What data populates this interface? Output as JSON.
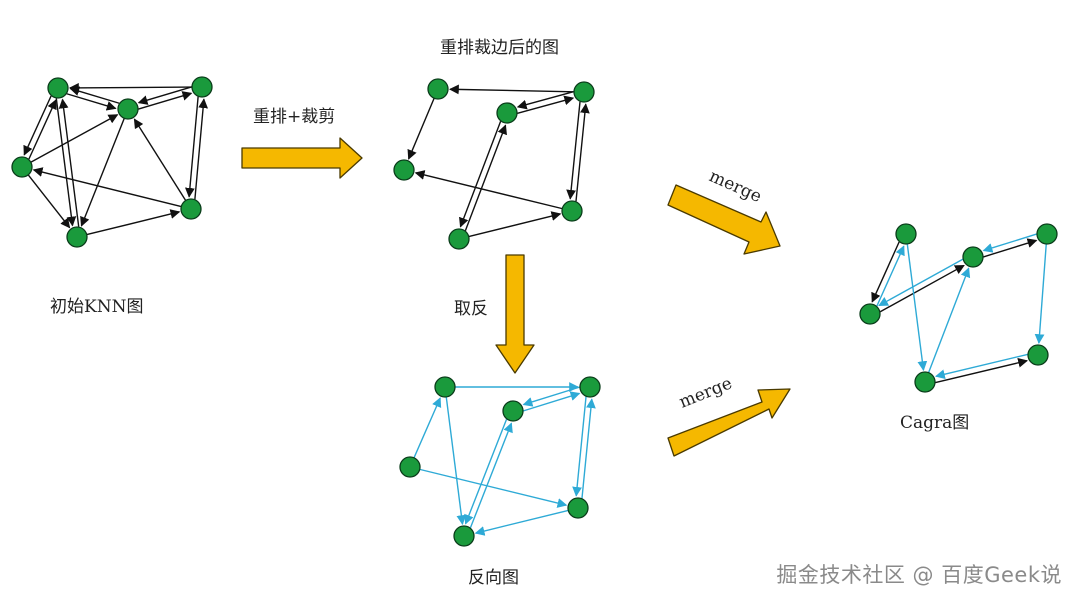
{
  "colors": {
    "node_fill": "#1a9a3c",
    "node_stroke": "#0b3d1b",
    "forward_edge": "#111111",
    "reverse_edge": "#2eaad6",
    "arrow_fill": "#f5b800",
    "arrow_stroke": "#4a3a00"
  },
  "panels": {
    "initial_knn": {
      "label": "初始KNN图",
      "nodes": [
        {
          "id": "a"
        },
        {
          "id": "b"
        },
        {
          "id": "c"
        },
        {
          "id": "d"
        },
        {
          "id": "e"
        },
        {
          "id": "f"
        }
      ],
      "edges": [
        {
          "from": "b",
          "to": "a"
        },
        {
          "from": "a",
          "to": "c"
        },
        {
          "from": "c",
          "to": "a"
        },
        {
          "from": "c",
          "to": "b"
        },
        {
          "from": "b",
          "to": "c"
        },
        {
          "from": "a",
          "to": "d"
        },
        {
          "from": "d",
          "to": "a"
        },
        {
          "from": "a",
          "to": "e"
        },
        {
          "from": "e",
          "to": "a"
        },
        {
          "from": "d",
          "to": "c"
        },
        {
          "from": "d",
          "to": "e"
        },
        {
          "from": "c",
          "to": "e"
        },
        {
          "from": "e",
          "to": "f"
        },
        {
          "from": "f",
          "to": "d"
        },
        {
          "from": "b",
          "to": "f"
        },
        {
          "from": "f",
          "to": "b"
        },
        {
          "from": "f",
          "to": "c"
        }
      ]
    },
    "pruned": {
      "label": "重排裁边后的图",
      "nodes": [
        {
          "id": "a"
        },
        {
          "id": "b"
        },
        {
          "id": "c"
        },
        {
          "id": "d"
        },
        {
          "id": "e"
        },
        {
          "id": "f"
        }
      ],
      "edges": [
        {
          "from": "b",
          "to": "a"
        },
        {
          "from": "a",
          "to": "d"
        },
        {
          "from": "c",
          "to": "b"
        },
        {
          "from": "b",
          "to": "c"
        },
        {
          "from": "c",
          "to": "e"
        },
        {
          "from": "e",
          "to": "c"
        },
        {
          "from": "b",
          "to": "f"
        },
        {
          "from": "f",
          "to": "b"
        },
        {
          "from": "f",
          "to": "d"
        },
        {
          "from": "e",
          "to": "f"
        }
      ]
    },
    "reverse": {
      "label": "反向图",
      "nodes": [
        {
          "id": "a"
        },
        {
          "id": "b"
        },
        {
          "id": "c"
        },
        {
          "id": "d"
        },
        {
          "id": "e"
        },
        {
          "id": "f"
        }
      ],
      "edges": [
        {
          "from": "a",
          "to": "b"
        },
        {
          "from": "d",
          "to": "a"
        },
        {
          "from": "b",
          "to": "c"
        },
        {
          "from": "c",
          "to": "b"
        },
        {
          "from": "e",
          "to": "c"
        },
        {
          "from": "c",
          "to": "e"
        },
        {
          "from": "f",
          "to": "b"
        },
        {
          "from": "b",
          "to": "f"
        },
        {
          "from": "d",
          "to": "f"
        },
        {
          "from": "f",
          "to": "e"
        },
        {
          "from": "a",
          "to": "e"
        }
      ]
    },
    "cagra": {
      "label": "Cagra图",
      "nodes": [
        {
          "id": "a"
        },
        {
          "id": "b"
        },
        {
          "id": "c"
        },
        {
          "id": "d"
        },
        {
          "id": "e"
        },
        {
          "id": "f"
        }
      ],
      "forward_edges": [
        {
          "from": "a",
          "to": "d"
        },
        {
          "from": "c",
          "to": "b"
        },
        {
          "from": "d",
          "to": "c"
        },
        {
          "from": "e",
          "to": "f"
        }
      ],
      "reverse_edges": [
        {
          "from": "d",
          "to": "a"
        },
        {
          "from": "a",
          "to": "e"
        },
        {
          "from": "b",
          "to": "c"
        },
        {
          "from": "e",
          "to": "c"
        },
        {
          "from": "b",
          "to": "f"
        },
        {
          "from": "f",
          "to": "e"
        },
        {
          "from": "c",
          "to": "d"
        }
      ]
    }
  },
  "transitions": {
    "rerank_prune": "重排+裁剪",
    "reverse": "取反",
    "merge_top": "merge",
    "merge_bottom": "merge"
  },
  "watermark": "掘金技术社区 @ 百度Geek说"
}
